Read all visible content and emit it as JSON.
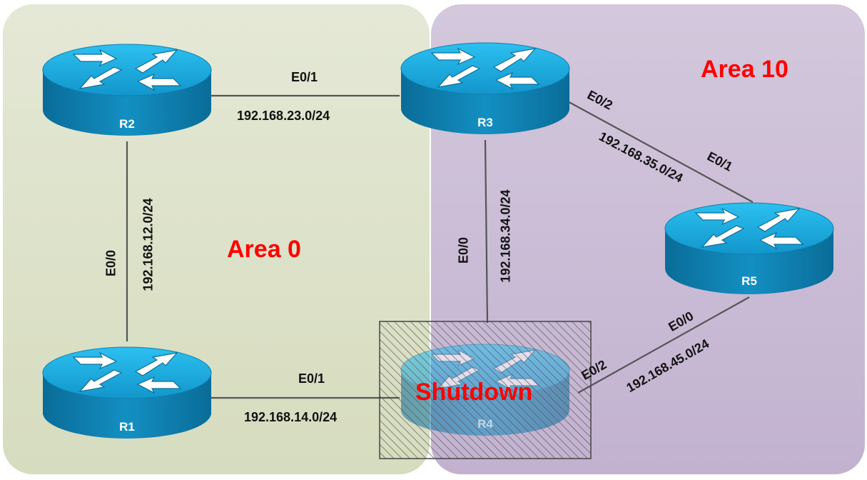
{
  "areas": [
    {
      "id": "area0",
      "label": "Area 0",
      "color": "#dfe3cd"
    },
    {
      "id": "area10",
      "label": "Area 10",
      "color": "#cdbfd8"
    }
  ],
  "routers": [
    {
      "id": "R1",
      "name": "R1",
      "status": "up"
    },
    {
      "id": "R2",
      "name": "R2",
      "status": "up"
    },
    {
      "id": "R3",
      "name": "R3",
      "status": "up"
    },
    {
      "id": "R4",
      "name": "R4",
      "status": "shutdown"
    },
    {
      "id": "R5",
      "name": "R5",
      "status": "up"
    }
  ],
  "links": [
    {
      "id": "r2-r3",
      "from": "R2",
      "to": "R3",
      "interface": "E0/1",
      "subnet": "192.168.23.0/24"
    },
    {
      "id": "r2-r1",
      "from": "R2",
      "to": "R1",
      "interface": "E0/0",
      "subnet": "192.168.12.0/24"
    },
    {
      "id": "r1-r4",
      "from": "R1",
      "to": "R4",
      "interface": "E0/1",
      "subnet": "192.168.14.0/24"
    },
    {
      "id": "r3-r4",
      "from": "R3",
      "to": "R4",
      "interface": "E0/0",
      "subnet": "192.168.34.0/24"
    },
    {
      "id": "r3-r5",
      "from": "R3",
      "to": "R5",
      "interface_a": "E0/2",
      "interface_b": "E0/1",
      "subnet": "192.168.35.0/24"
    },
    {
      "id": "r4-r5",
      "from": "R4",
      "to": "R5",
      "interface_a": "E0/2",
      "interface_b": "E0/0",
      "subnet": "192.168.45.0/24"
    }
  ],
  "shutdown_label": "Shutdown",
  "colors": {
    "router_top": "#1ab2e8",
    "router_side": "#0e7aa8",
    "area_label": "#ff0000",
    "link": "#555555"
  }
}
